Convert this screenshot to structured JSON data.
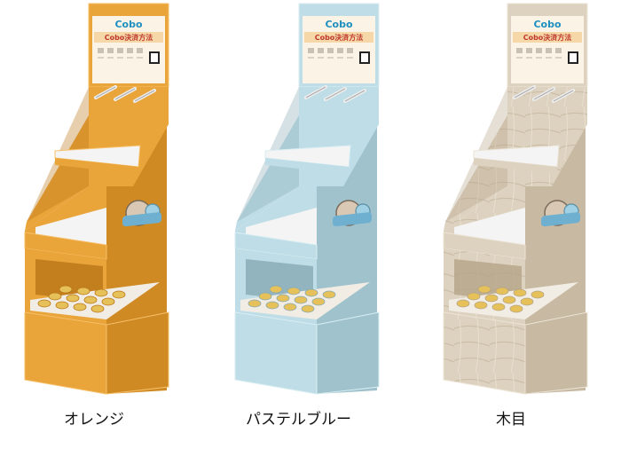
{
  "images": [
    {
      "caption": "オレンジ",
      "colors": {
        "front": "#e9a43a",
        "side": "#d08a23",
        "dark": "#b97618",
        "edge": "#f6c06a"
      }
    },
    {
      "caption": "パステルブルー",
      "colors": {
        "front": "#bfdde6",
        "side": "#9fc2cc",
        "dark": "#86aab4",
        "edge": "#d9eef3"
      }
    },
    {
      "caption": "木目",
      "colors": {
        "front": "#ddd2c0",
        "side": "#c8b9a2",
        "dark": "#b4a487",
        "edge": "#ece4d6"
      }
    }
  ],
  "sign_text": {
    "logo": "Cobo",
    "headline": "Cobo決済方法"
  }
}
